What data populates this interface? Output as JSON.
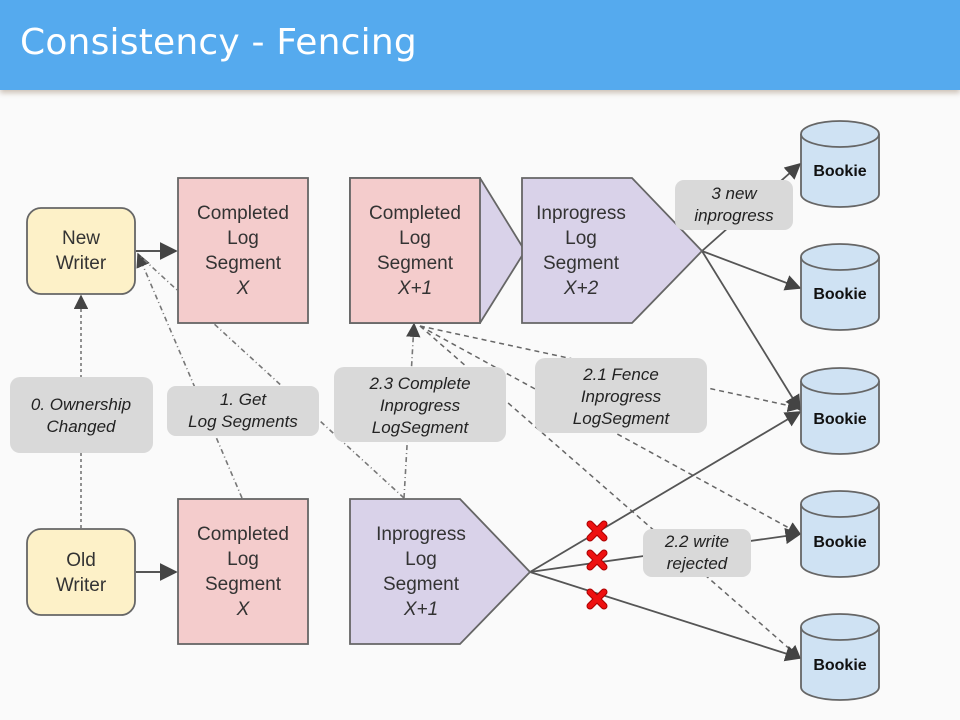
{
  "header": {
    "title": "Consistency - Fencing"
  },
  "colors": {
    "header": "#55aaee",
    "writer_fill": "#fdf1c8",
    "completed_fill": "#f4cccc",
    "inprogress_fill": "#d9d2e9",
    "bookie_fill": "#cfe2f3",
    "label_fill": "#d9d9d9",
    "reject_mark": "#ee1111"
  },
  "nodes": {
    "new_writer": {
      "line1": "New",
      "line2": "Writer"
    },
    "old_writer": {
      "line1": "Old",
      "line2": "Writer"
    },
    "new_completed_x": {
      "line1": "Completed",
      "line2": "Log",
      "line3": "Segment",
      "id": "X"
    },
    "completed_x1": {
      "line1": "Completed",
      "line2": "Log",
      "line3": "Segment",
      "id": "X+1"
    },
    "inprogress_x2": {
      "line1": "Inprogress",
      "line2": "Log",
      "line3": "Segment",
      "id": "X+2"
    },
    "old_completed_x": {
      "line1": "Completed",
      "line2": "Log",
      "line3": "Segment",
      "id": "X"
    },
    "old_inprogress_x1": {
      "line1": "Inprogress",
      "line2": "Log",
      "line3": "Segment",
      "id": "X+1"
    }
  },
  "bookies": [
    "Bookie",
    "Bookie",
    "Bookie",
    "Bookie",
    "Bookie"
  ],
  "labels": {
    "ownership": {
      "line1": "0. Ownership",
      "line2": "Changed"
    },
    "get_segments": {
      "line1": "1. Get",
      "line2": "Log Segments"
    },
    "complete": {
      "line1": "2.3 Complete",
      "line2": "Inprogress",
      "line3": "LogSegment"
    },
    "fence": {
      "line1": "2.1 Fence",
      "line2": "Inprogress",
      "line3": "LogSegment"
    },
    "new_inprogress": {
      "line1": "3 new",
      "line2": "inprogress"
    },
    "rejected": {
      "line1": "2.2 write",
      "line2": "rejected"
    }
  },
  "reject_marks": 3
}
